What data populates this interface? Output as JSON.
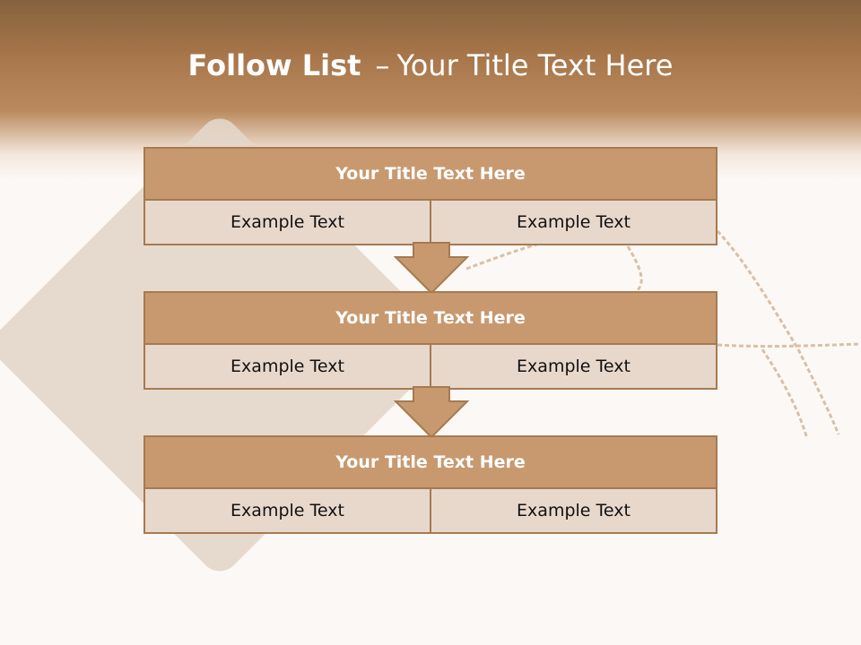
{
  "title": {
    "bold": "Follow List",
    "separator": "–",
    "rest": "Your Title Text Here"
  },
  "blocks": [
    {
      "header": "Your Title Text Here",
      "cells": [
        "Example Text",
        "Example Text"
      ]
    },
    {
      "header": "Your Title Text Here",
      "cells": [
        "Example Text",
        "Example Text"
      ]
    },
    {
      "header": "Your Title Text Here",
      "cells": [
        "Example Text",
        "Example Text"
      ]
    }
  ],
  "colors": {
    "header_band": "#a67549",
    "box_title": "#c8996f",
    "box_cell": "#e8d8cc",
    "border": "#a57a52"
  },
  "icons": [
    "down-arrow-icon",
    "down-arrow-icon"
  ]
}
